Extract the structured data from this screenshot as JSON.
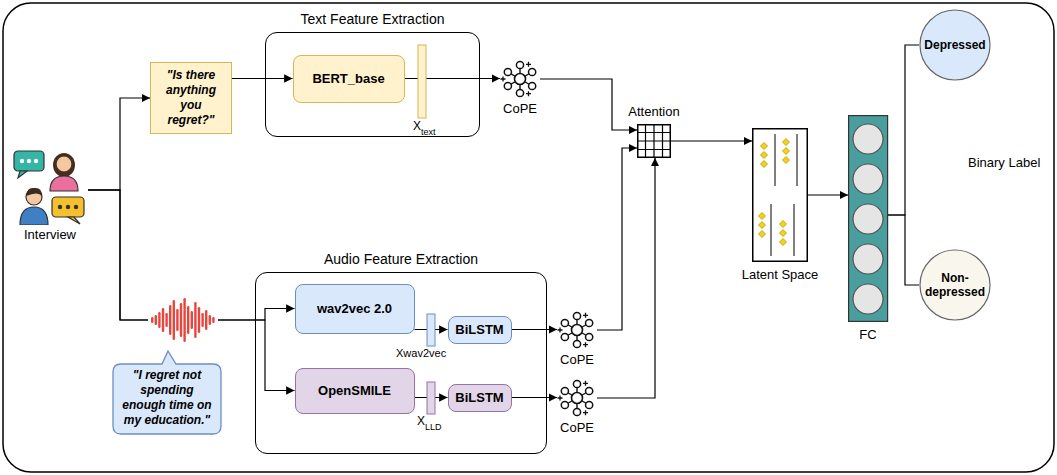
{
  "diagram": {
    "nodes": [
      {
        "text": [
          "Interview"
        ]
      },
      {
        "text": [
          "\"Is there anything you regret?\""
        ]
      },
      {
        "text": [
          "Text Feature Extraction"
        ]
      },
      {
        "text": [
          "BERT_base"
        ],
        "in": 2
      },
      {
        "text": [
          "CoPE"
        ]
      },
      {
        "text": [
          "Attention"
        ]
      },
      {
        "text": [
          "Latent Space"
        ]
      },
      {
        "text": [
          "FC"
        ]
      },
      {
        "text": [
          "Depressed"
        ]
      },
      {
        "text": [
          "Non-depressed"
        ]
      },
      {
        "text": [
          "Audio Feature Extraction"
        ]
      },
      {
        "text": [
          "wav2vec 2.0"
        ],
        "in": 10
      },
      {
        "text": [
          "BiLSTM"
        ],
        "in": 10
      },
      {
        "text": [
          "OpenSMILE"
        ],
        "in": 10
      },
      {
        "text": [
          "BiLSTM"
        ],
        "in": 10
      },
      {
        "text": [
          "CoPE"
        ]
      },
      {
        "text": [
          "CoPE"
        ]
      },
      {
        "text": [
          "\"I regret not spending enough time on my education.\""
        ]
      }
    ],
    "edges": [
      {
        "from": 0,
        "to": 1,
        "arrow": "to"
      },
      {
        "from": 0,
        "to": 11,
        "arrow": "to"
      },
      {
        "from": 0,
        "to": 13,
        "arrow": "to"
      },
      {
        "from": 1,
        "to": 3,
        "arrow": "to"
      },
      {
        "from": 3,
        "to": 4,
        "arrow": "to"
      },
      {
        "from": 11,
        "to": 12,
        "arrow": "to"
      },
      {
        "from": 12,
        "to": 15,
        "arrow": "to"
      },
      {
        "from": 13,
        "to": 14,
        "arrow": "to"
      },
      {
        "from": 14,
        "to": 16,
        "arrow": "to"
      },
      {
        "from": 4,
        "to": 5,
        "arrow": "to"
      },
      {
        "from": 15,
        "to": 5,
        "arrow": "to"
      },
      {
        "from": 16,
        "to": 5,
        "arrow": "to"
      },
      {
        "from": 5,
        "to": 6,
        "arrow": "to"
      },
      {
        "from": 6,
        "to": 7,
        "arrow": "to"
      },
      {
        "from": 7,
        "to": 8,
        "arrow": "none"
      },
      {
        "from": 7,
        "to": 9,
        "arrow": "none"
      }
    ],
    "labels": [
      "X",
      "text",
      "Xwav2vec",
      "X",
      "LLD",
      "Binary Label"
    ]
  }
}
